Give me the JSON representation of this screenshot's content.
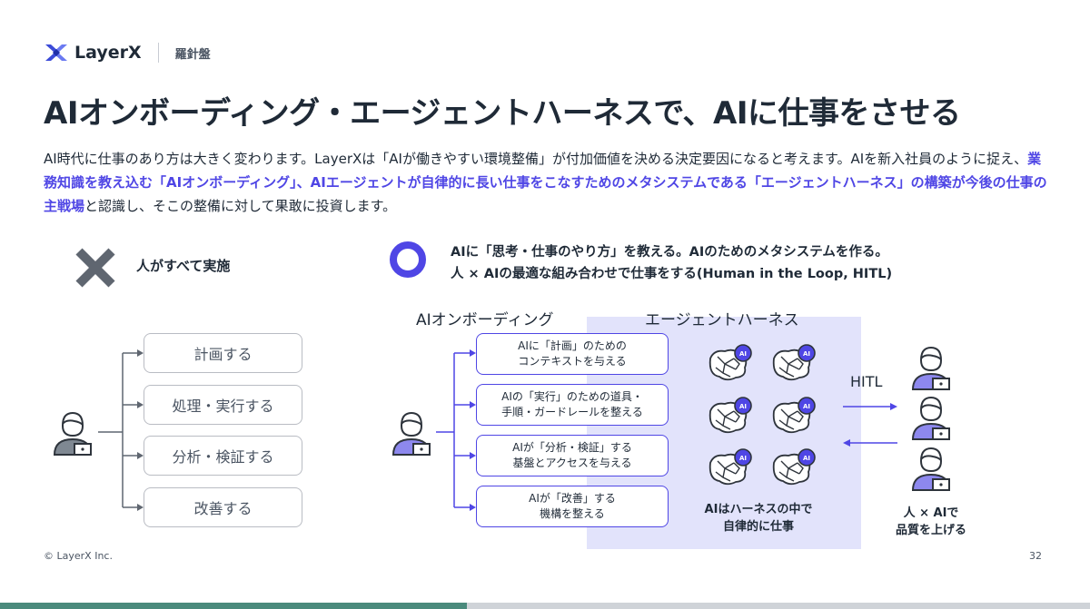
{
  "header": {
    "brand": "LayerX",
    "sub": "羅針盤"
  },
  "title": "AIオンボーディング・エージェントハーネスで、AIに仕事をさせる",
  "intro": {
    "p1": "AI時代に仕事のあり方は大きく変わります。LayerXは「AIが働きやすい環境整備」が付加価値を決める決定要因になると考えます。AIを新入社員のように捉え、",
    "hl": "業務知識を教え込む「AIオンボーディング」、AIエージェントが自律的に長い仕事をこなすためのメタシステムである「エージェントハーネス」の構築が今後の仕事の主戦場",
    "p2": "と認識し、そこの整備に対して果敢に投資します。"
  },
  "left_panel": {
    "cross_label": "人がすべて実施",
    "tasks": [
      "計画する",
      "処理・実行する",
      "分析・検証する",
      "改善する"
    ]
  },
  "right_panel": {
    "circle_line1": "AIに「思考・仕事のやり方」を教える。AIのためのメタシステムを作る。",
    "circle_line2": "人 × AIの最適な組み合わせで仕事をする(Human in the Loop, HITL)",
    "onboarding_label": "AIオンボーディング",
    "harness_label": "エージェントハーネス",
    "steps": [
      {
        "line1": "AIに「計画」のための",
        "line2": "コンテキストを与える"
      },
      {
        "line1": "AIの「実行」のための道具・",
        "line2": "手順・ガードレールを整える"
      },
      {
        "line1": "AIが「分析・検証」する",
        "line2": "基盤とアクセスを与える"
      },
      {
        "line1": "AIが「改善」する",
        "line2": "機構を整える"
      }
    ],
    "ai_badge": "AI",
    "harness_caption_1": "AIはハーネスの中で",
    "harness_caption_2": "自律的に仕事",
    "hitl": "HITL",
    "human_caption_1": "人 × AIで",
    "human_caption_2": "品質を上げる"
  },
  "footer": {
    "copyright": "© LayerX Inc.",
    "page": "32"
  },
  "colors": {
    "accent": "#4f46e5",
    "text": "#1f2a37",
    "harness_bg": "#e2e3fb",
    "cross": "#5f6670",
    "bar_left": "#4a8a7c"
  }
}
